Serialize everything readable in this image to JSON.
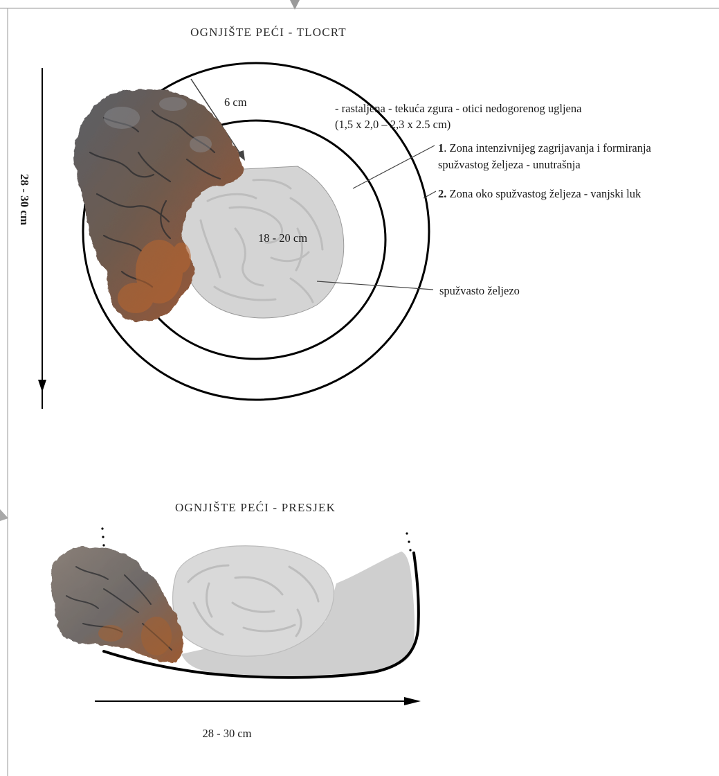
{
  "plan": {
    "title": "OGNJIŠTE PEĆI - TLOCRT",
    "dim_vertical": "28 - 30 cm",
    "dim_ring": "6 cm",
    "dim_core": "18 - 20 cm",
    "note_line1": "- rastaljena - tekuća zgura - otici nedogorenog ugljena",
    "note_line2": "(1,5 x 2,0 – 2,3 x 2.5 cm)",
    "zone1_num": "1",
    "zone1_line1": ". Zona intenzivnijeg zagrijavanja i formiranja",
    "zone1_line2": "spužvastog željeza - unutrašnja",
    "zone2_num": "2.",
    "zone2_line1": " Zona oko spužvastog željeza - vanjski luk",
    "bloom_label": "spužvasto željezo"
  },
  "section": {
    "title": "OGNJIŠTE PEĆI - PRESJEK",
    "dim_horizontal": "28 - 30 cm"
  },
  "colors": {
    "bloom_fill": "#d4d4d4",
    "slag_dark": "#4a4e55",
    "slag_rust": "#a5562c",
    "line": "#000000"
  }
}
